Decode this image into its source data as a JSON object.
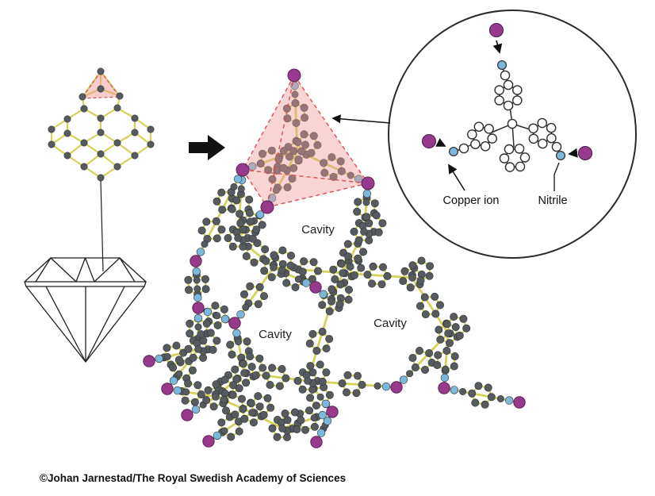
{
  "labels": {
    "cavities": [
      "Cavity",
      "Cavity",
      "Cavity"
    ],
    "copper_ion": "Copper ion",
    "nitrile": "Nitrile",
    "credit": "©Johan Jarnestad/The Royal Swedish Academy of Sciences"
  },
  "colors": {
    "copper_ion": "#983a8c",
    "nitrile_nitrogen": "#7bb8d9",
    "carbon_gray": "#565b60",
    "bond_yellow": "#d6d158",
    "highlight_pink": "#f19999",
    "highlight_edge_red": "#d94f4f",
    "outline_dark": "#2e2e2e",
    "arrow_black": "#111111",
    "background": "#ffffff"
  }
}
